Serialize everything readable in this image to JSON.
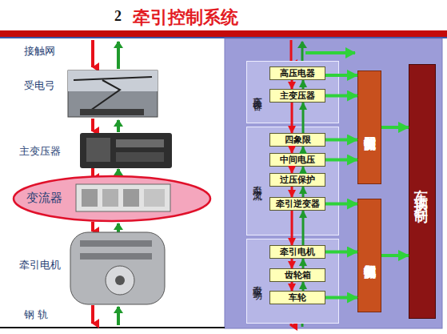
{
  "diagram": {
    "title": "牵引控制系统",
    "nodes": [
      {
        "text": [
          "变流器"
        ]
      },
      {
        "text": [
          "高压设备"
        ]
      },
      {
        "text": [
          "高压电器"
        ],
        "in": 1
      },
      {
        "text": [
          "主变压器"
        ],
        "in": 1
      },
      {
        "text": [
          "牵引交流"
        ]
      },
      {
        "text": [
          "四象限"
        ],
        "in": 4
      },
      {
        "text": [
          "中间电压"
        ],
        "in": 4
      },
      {
        "text": [
          "过压保护"
        ],
        "in": 4
      },
      {
        "text": [
          "牵引逆变器"
        ],
        "in": 4
      },
      {
        "text": [
          "牵引驱动"
        ]
      },
      {
        "text": [
          "牵引电机"
        ],
        "in": 9
      },
      {
        "text": [
          "齿轮箱"
        ],
        "in": 9
      },
      {
        "text": [
          "车轮"
        ],
        "in": 9
      },
      {
        "text": [
          "网侧变流控制器"
        ]
      },
      {
        "text": [
          "电机侧变流控制器"
        ]
      },
      {
        "text": [
          "车辆控制"
        ]
      }
    ],
    "edges": [
      {
        "from": 2,
        "to": 3,
        "arrow": "both"
      },
      {
        "from": 3,
        "to": 5,
        "arrow": "both"
      },
      {
        "from": 5,
        "to": 6,
        "arrow": "both"
      },
      {
        "from": 6,
        "to": 7,
        "arrow": "both"
      },
      {
        "from": 7,
        "to": 8,
        "arrow": "both"
      },
      {
        "from": 8,
        "to": 10,
        "arrow": "both"
      },
      {
        "from": 10,
        "to": 11,
        "arrow": "both"
      },
      {
        "from": 11,
        "to": 12,
        "arrow": "both"
      },
      {
        "from": 2,
        "to": 13,
        "arrow": "to"
      },
      {
        "from": 3,
        "to": 13,
        "arrow": "to"
      },
      {
        "from": 5,
        "to": 13,
        "arrow": "to"
      },
      {
        "from": 6,
        "to": 13,
        "arrow": "to"
      },
      {
        "from": 8,
        "to": 14,
        "arrow": "to"
      },
      {
        "from": 10,
        "to": 14,
        "arrow": "to"
      },
      {
        "from": 12,
        "to": 14,
        "arrow": "to"
      },
      {
        "from": 13,
        "to": 15,
        "arrow": "to"
      },
      {
        "from": 14,
        "to": 15,
        "arrow": "to"
      }
    ],
    "labels": [
      "2",
      "接触网",
      "受电弓",
      "主变压器",
      "牵引电机",
      "钢 轨"
    ]
  }
}
